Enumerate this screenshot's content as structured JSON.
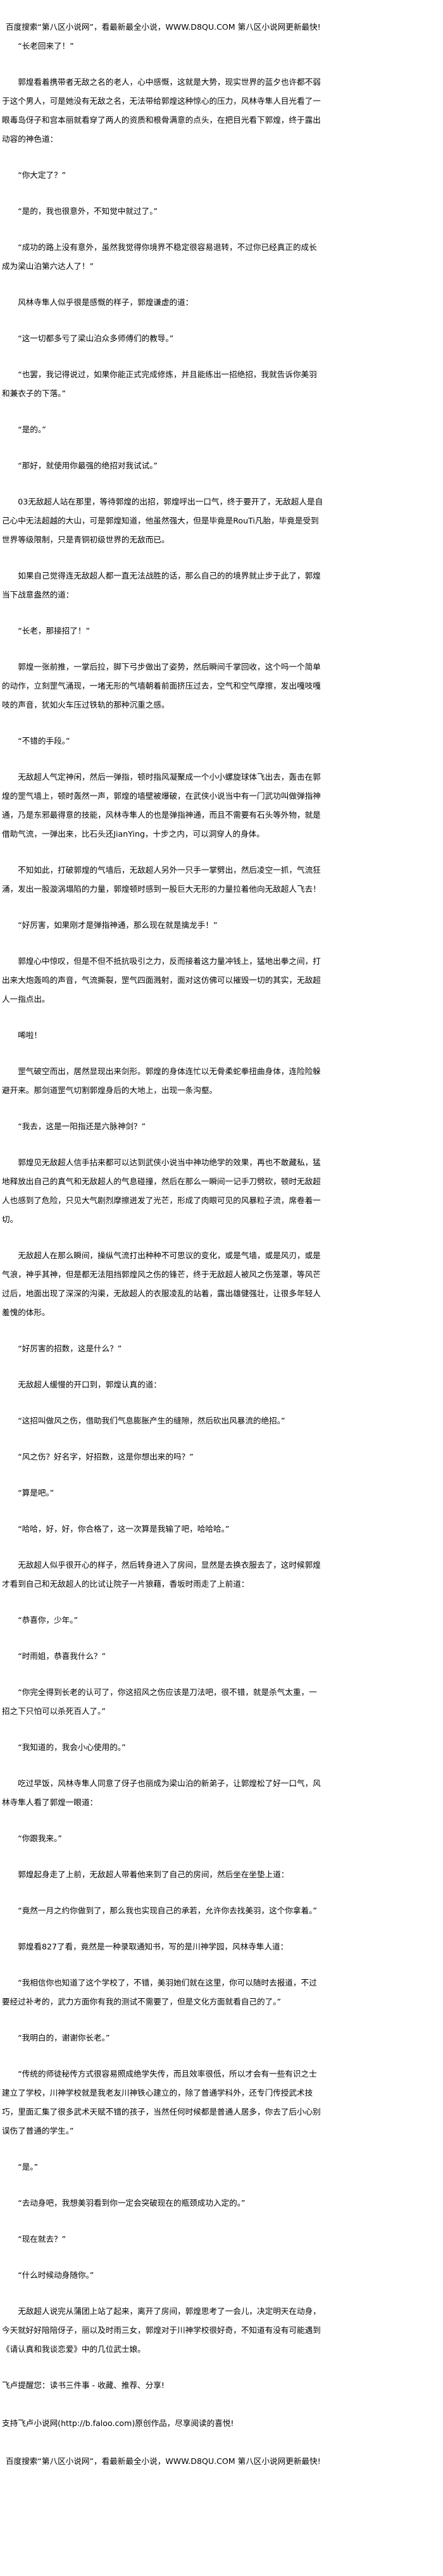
{
  "banner": "百度搜索“第八区小说网”，看最新最全小说，WWW.D8QU.COM   第八区小说网更新最快!",
  "paragraphs": [
    "“长老回来了！”",
    "郭煌看着携带者无敌之名的老人，心中感慨，这就是大势，现实世界的蓝夕也许都不弱于这个男人，可是她没有无敌之名，无法带给郭煌这种惊心的压力，风林寺隼人目光看了一眼毒岛伢子和宫本丽就看穿了两人的资质和根骨满意的点头，在把目光看下郭煌，终于露出动容的神色道：",
    "“你大定了？”",
    "“是的，我也很意外，不知觉中就过了。”",
    "“成功的路上没有意外，虽然我觉得你境界不稳定很容易退转，不过你已经真正的成长成为梁山泊第六达人了！”",
    "风林寺隼人似乎很是感慨的样子，郭煌谦虚的道：",
    "“这一切都多亏了梁山泊众多师傅们的教导。”",
    "“也罢，我记得说过，如果你能正式完成修炼，并且能练出一招绝招，我就告诉你美羽和兼衣子的下落。”",
    "“是的。”",
    "“那好，就使用你最强的绝招对我试试。”",
    "03无敌超人站在那里，等待郭煌的出招，郭煌呼出一口气，终于要开了，无敌超人是自己心中无法超越的大山，可是郭煌知道，他虽然强大，但是毕竟是RouTi凡胎，毕竟是受到世界等级限制，只是青铜初级世界的无敌而已。",
    "如果自己觉得连无敌超人都一直无法战胜的话，那么自己的的境界就止步于此了，郭煌当下战意盎然的道：",
    "“长老，那接招了！”",
    "郭煌一张前推，一掌后拉，脚下弓步做出了姿势，然后瞬间千掌回收，这个吗一个简单的动作，立刻罡气涌现，一堵无形的气墙朝着前面挤压过去，空气和空气摩擦，发出嘎吱嘎吱的声音，犹如火车压过铁轨的那种沉重之感。",
    "“不错的手段。”",
    "无敌超人气定神闲，然后一弹指，顿时指风凝聚成一个小小螺旋球体飞出去，轰击在郭煌的罡气墙上，顿时轰然一声，郭煌的墙壁被爆破，在武侠小说当中有一门武功叫做弹指神通，乃是东邪最得意的技能，风林寺隼人的也是弹指神通，而且不需要有石头等外物，就是借助气流，一弹出来，比石头还JianYing，十步之内，可以洞穿人的身体。",
    "不知如此，打破郭煌的气墙后，无敌超人另外一只手一掌劈出，然后凌空一抓，气流狂涌，发出一股漩涡塌陷的力量，郭煌顿时感到一股巨大无形的力量拉着他向无敌超人飞去！",
    "“好厉害，如果刚才是弹指神通，那么现在就是擒龙手！”",
    "郭煌心中惊叹，但是不但不抵抗吸引之力，反而接着这力量冲钱上，猛地出拳之间，打出来大炮轰鸣的声音，气流撕裂，罡气四面溅射，面对这仿佛可以摧毁一切的其实，无敌超人一指点出。",
    "唏啦！",
    "罡气破空而出，居然显现出来剑形。郭煌的身体连忙以无骨柔蛇拳扭曲身体，连险险躲避开来。那剑道罡气切割郭煌身后的大地上，出现一条沟壑。",
    "“我去，这是一阳指还是六脉神剑？”",
    "郭煌见无敌超人信手拈来都可以达到武侠小说当中神功绝学的效果，再也不敢藏私，猛地释放出自己的真气和无敌超人的气息碰撞，然后在那么一瞬间一记手刀劈砍，顿时无敌超人也感到了危险，只见大气剧烈摩擦迸发了光芒，形成了肉眼可见的风暴粒子流，席卷着一切。",
    "无敌超人在那么瞬间，操纵气流打出种种不可思议的变化，或是气墙，或是风刃，或是气浪，神乎其神，但是都无法阻挡郭煌风之伤的锋芒，终于无敌超人被风之伤笼罩，等风芒过后，地面出现了深深的沟渠，无敌超人的衣服凌乱的站着，露出雄健强壮，让很多年轻人羞愧的体形。",
    "“好厉害的招数，这是什么？”",
    "无敌超人缓慢的开口到，郭煌认真的道：",
    "“这招叫做风之伤，借助我们气息膨胀产生的缝隙，然后砍出风暴流的绝招。”",
    "“风之伤？好名字，好招数，这是你想出来的吗？”",
    "“算是吧。”",
    "“哈哈，好，好，你合格了，这一次算是我输了吧，哈哈哈。”",
    "无敌超人似乎很开心的样子，然后转身进入了房间，显然是去换衣服去了，这时候郭煌才看到自己和无敌超人的比试让院子一片狼藉，香坂时雨走了上前道：",
    "“恭喜你，少年。”",
    "“时雨姐，恭喜我什么？”",
    "“你完全得到长老的认可了，你这招风之伤应该是刀法吧，很不错，就是杀气太重，一招之下只怕可以杀死百人了。”",
    "“我知道的，我会小心使用的。”",
    "吃过早饭，风林寺隼人同意了伢子也丽成为梁山泊的新弟子，让郭煌松了好一口气，风林寺隼人看了郭煌一眼道：",
    "“你跟我来。”",
    "郭煌起身走了上前，无敌超人带着他来到了自己的房间，然后坐在坐垫上道：",
    "“竟然一月之约你做到了，那么我也实现自己的承若，允许你去找美羽，这个你拿着。”",
    "郭煌看827了看，竟然是一种录取通知书，写的是川神学园，风林寺隼人道：",
    "“我相信你也知道了这个学校了，不错，美羽她们就在这里，你可以随时去报道，不过要经过补考的，武力方面你有我的测试不需要了，但是文化方面就看自己的了。”",
    "“我明白的，谢谢你长老。”",
    "“传统的师徒秘传方式很容易照成绝学失传，而且效率很低，所以才会有一些有识之士建立了学校，川神学校就是我老友川神铁心建立的，除了普通学科外，还专门传授武术技巧，里面汇集了很多武术天赋不错的孩子，当然任何时候都是普通人居多，你去了后小心别误伤了普通的学生。”",
    "“是。”",
    "“去动身吧，我想美羽看到你一定会突破现在的瓶颈成功入定的。”",
    "“现在就去？”",
    "“什么时候动身随你。”",
    "无敌超人说完从蒲团上站了起来，离开了房间，郭煌思考了一会儿，决定明天在动身，今天就好好陪陪伢子，丽以及时雨三女，郭煌对于川神学校很好奇，不知道有没有可能遇到《请认真和我谈恋爱》中的几位武士娘。"
  ],
  "footer": {
    "reminder": "飞卢提醒您：读书三件事 - 收藏、推荐、分享!",
    "support": "支持飞卢小说网(http://b.faloo.com)原创作品，尽享阅读的喜悦!"
  }
}
